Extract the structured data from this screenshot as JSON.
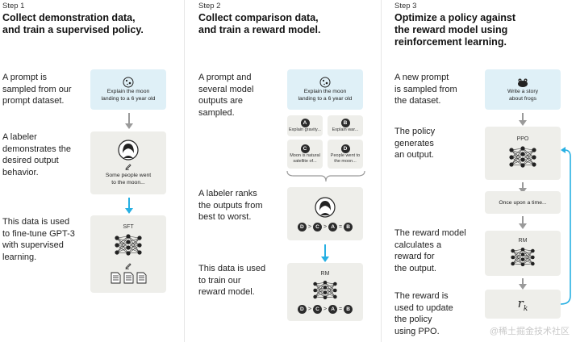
{
  "step1": {
    "step_label": "Step 1",
    "title_line1": "Collect demonstration data,",
    "title_line2": "and train a supervised policy.",
    "desc1": [
      "A prompt is",
      "sampled from our",
      "prompt dataset."
    ],
    "desc2": [
      "A labeler",
      "demonstrates the",
      "desired output",
      "behavior."
    ],
    "desc3": [
      "This data is used",
      "to fine-tune GPT-3",
      "with supervised",
      "learning."
    ],
    "prompt_text": [
      "Explain the moon",
      "landing to a 6 year old"
    ],
    "labeler_text": [
      "Some people went",
      "to the moon..."
    ],
    "model_label": "SFT"
  },
  "step2": {
    "step_label": "Step 2",
    "title_line1": "Collect comparison data,",
    "title_line2": "and train a reward model.",
    "desc1": [
      "A prompt and",
      "several model",
      "outputs are",
      "sampled."
    ],
    "desc2": [
      "A labeler ranks",
      "the outputs from",
      "best to worst."
    ],
    "desc3": [
      "This data is used",
      "to train our",
      "reward model."
    ],
    "prompt_text": [
      "Explain the moon",
      "landing to a 6 year old"
    ],
    "outputs": [
      {
        "letter": "A",
        "text": [
          "Explain gravity..."
        ]
      },
      {
        "letter": "B",
        "text": [
          "Explain war..."
        ]
      },
      {
        "letter": "C",
        "text": [
          "Moon is natural",
          "satellite of..."
        ]
      },
      {
        "letter": "D",
        "text": [
          "People went to",
          "the moon..."
        ]
      }
    ],
    "ranking": [
      "D",
      "C",
      "A",
      "B"
    ],
    "model_label": "RM"
  },
  "step3": {
    "step_label": "Step 3",
    "title_line1": "Optimize a policy against",
    "title_line2": "the reward model using",
    "title_line3": "reinforcement learning.",
    "desc1": [
      "A new prompt",
      "is sampled from",
      "the dataset."
    ],
    "desc2": [
      "The policy",
      "generates",
      "an output."
    ],
    "desc3": [
      "The reward model",
      "calculates a",
      "reward for",
      "the output."
    ],
    "desc4": [
      "The reward is",
      "used to update",
      "the policy",
      "using PPO."
    ],
    "prompt_text": [
      "Write a story",
      "about frogs"
    ],
    "policy_label": "PPO",
    "output_text": "Once upon a time...",
    "rm_label": "RM",
    "reward_symbol": "r",
    "reward_sub": "k"
  },
  "watermark": "@稀土掘金技术社区",
  "icons": [
    "moon-icon",
    "labeler-avatar-icon",
    "pencil-icon",
    "document-icon",
    "frog-icon",
    "neural-net-icon"
  ],
  "colors": {
    "accent": "#27b0e3",
    "prompt_box": "#dff0f7",
    "card": "#eeeeea"
  }
}
